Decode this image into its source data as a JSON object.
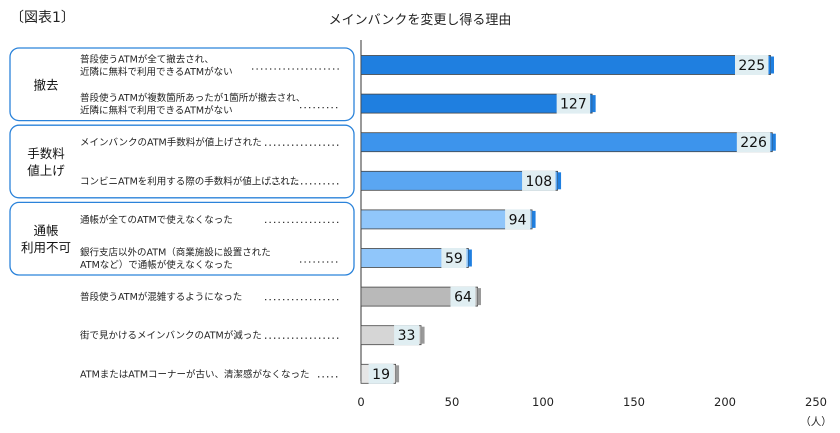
{
  "figure_label": "〔図表1〕",
  "chart_data": {
    "type": "bar",
    "orientation": "horizontal",
    "title": "メインバンクを変更し得る理由",
    "unit_label": "（人）",
    "xlim": [
      0,
      250
    ],
    "xticks": [
      0,
      50,
      100,
      150,
      200,
      250
    ],
    "grid": false,
    "groups": [
      {
        "label": [
          "撤去"
        ],
        "items": [
          0,
          1
        ]
      },
      {
        "label": [
          "手数料",
          "値上げ"
        ],
        "items": [
          2,
          3
        ]
      },
      {
        "label": [
          "通帳",
          "利用不可"
        ],
        "items": [
          4,
          5
        ]
      }
    ],
    "categories": [
      [
        "普段使うATMが全て撤去され、",
        "近隣に無料で利用できるATMがない"
      ],
      [
        "普段使うATMが複数箇所あったが1箇所が撤去され、",
        "近隣に無料で利用できるATMがない"
      ],
      [
        "メインバンクのATM手数料が値上げされた"
      ],
      [
        "コンビニATMを利用する際の手数料が値上げされた"
      ],
      [
        "通帳が全てのATMで使えなくなった"
      ],
      [
        "銀行支店以外のATM（商業施設に設置された",
        "ATMなど）で通帳が使えなくなった"
      ],
      [
        "普段使うATMが混雑するようになった"
      ],
      [
        "街で見かけるメインバンクのATMが減った"
      ],
      [
        "ATMまたはATMコーナーが古い、清潔感がなくなった"
      ]
    ],
    "values": [
      225,
      127,
      226,
      108,
      94,
      59,
      64,
      33,
      19
    ],
    "bar_colors": [
      "#1f7fe0",
      "#1f7fe0",
      "#3d94ec",
      "#5aa6f2",
      "#90c6fa",
      "#90c6fa",
      "#b9b9b9",
      "#d6d6d6",
      "#e6e6e6"
    ],
    "group_border_color": "#2b83da"
  }
}
